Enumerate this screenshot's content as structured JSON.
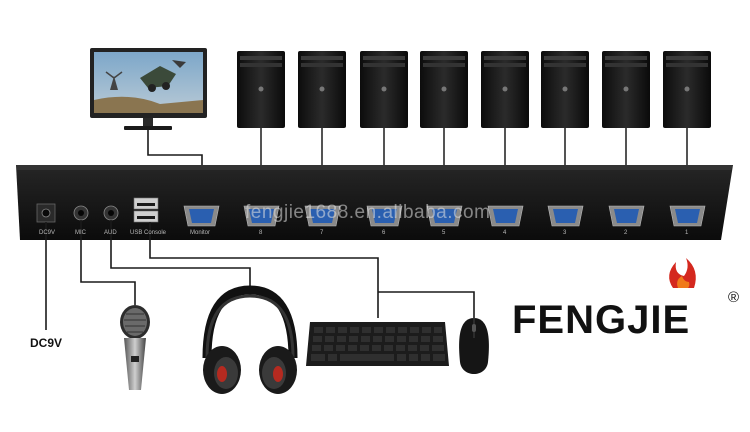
{
  "title": "",
  "kvm_unit": {
    "port_labels": {
      "power": "DC9V",
      "mic": "MIC",
      "audio": "AUD",
      "usb": "USB Console",
      "monitor": "Monitor",
      "pc_ports": [
        "8",
        "7",
        "6",
        "5",
        "4",
        "3",
        "2",
        "1"
      ]
    },
    "watermark": "fengjie1688.en.alibaba.com"
  },
  "power_label": "DC9V",
  "brand": {
    "name": "FENGJIE",
    "registered_mark": "®",
    "accent_color": "#d4281e"
  },
  "devices": [
    "monitor-icon",
    "computer-tower-icon",
    "microphone-icon",
    "headphones-icon",
    "keyboard-icon",
    "mouse-icon"
  ],
  "colors": {
    "panel": "#141414",
    "tower": "#1a1a1a",
    "vga_port": "#2a5fb0",
    "cable": "#1a1a1a"
  }
}
